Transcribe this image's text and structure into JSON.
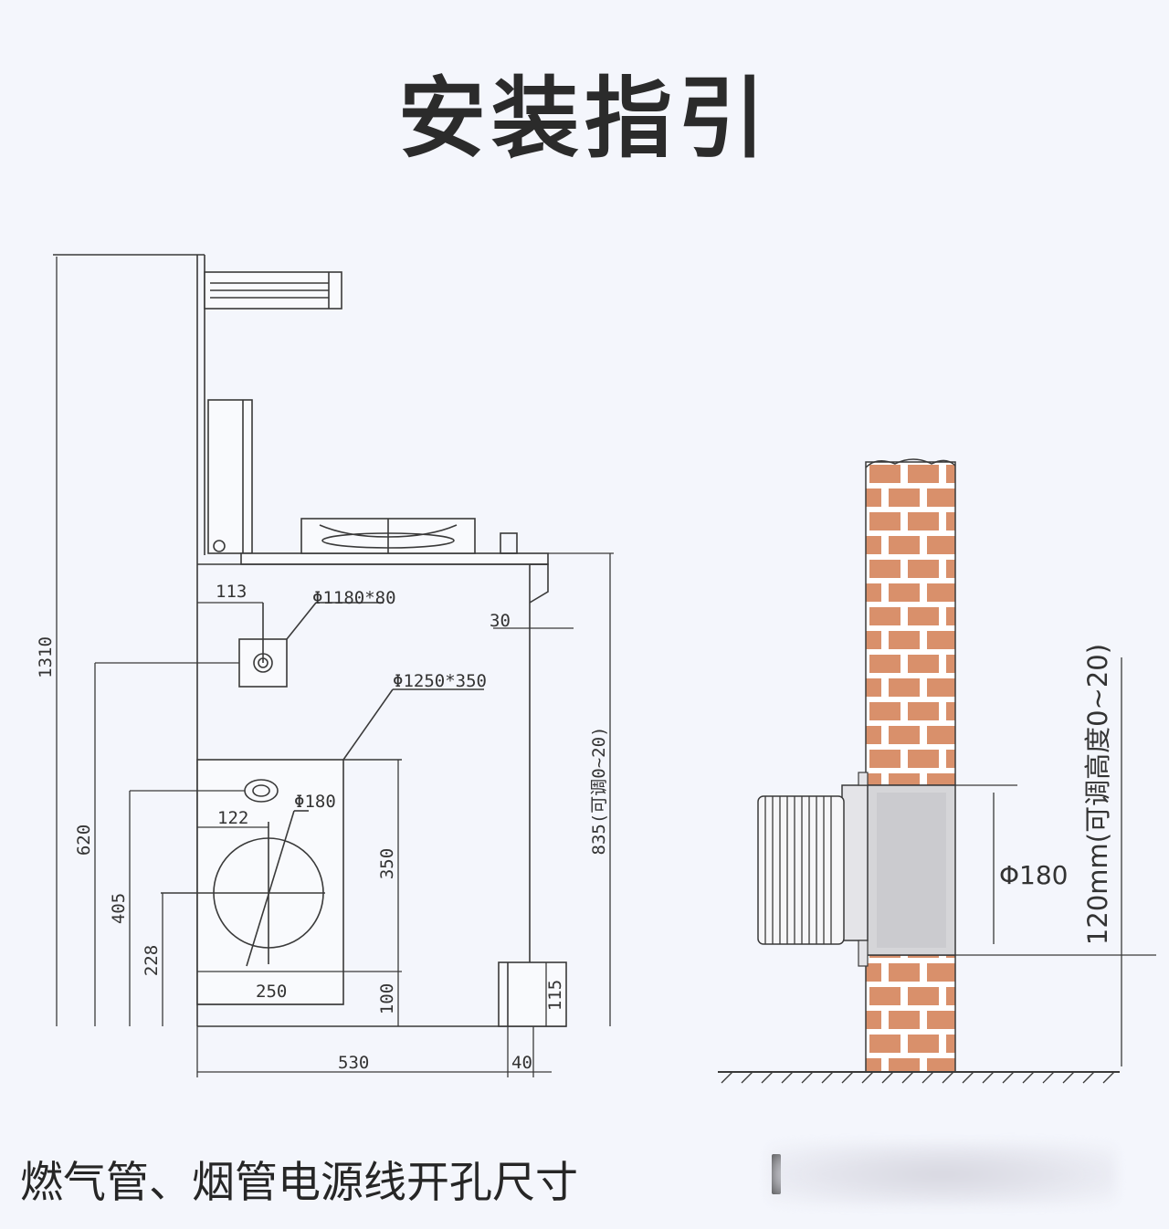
{
  "title": "安装指引",
  "caption_left": "燃气管、烟管电源线开孔尺寸",
  "left_drawing": {
    "total_height": "1310",
    "gas_hole_label": "Φ1180*80",
    "gas_hole_offset": "113",
    "flue_hole_label": "Φ1250*350",
    "side_gap": "30",
    "cabinet_height": "835(可调0~20)",
    "h620": "620",
    "h405": "405",
    "h228": "228",
    "w122": "122",
    "pipe_dia": "Φ180",
    "hole_h350": "350",
    "hole_w250": "250",
    "h100": "100",
    "h115": "115",
    "w530": "530",
    "w40": "40"
  },
  "right_drawing": {
    "pipe_dia": "Φ180",
    "adjustable_height": "120mm(可调高度0~20)"
  },
  "colors": {
    "brick": "#d9906b",
    "mortar": "#ffffff",
    "line": "#333333",
    "background": "#f4f6fc"
  }
}
